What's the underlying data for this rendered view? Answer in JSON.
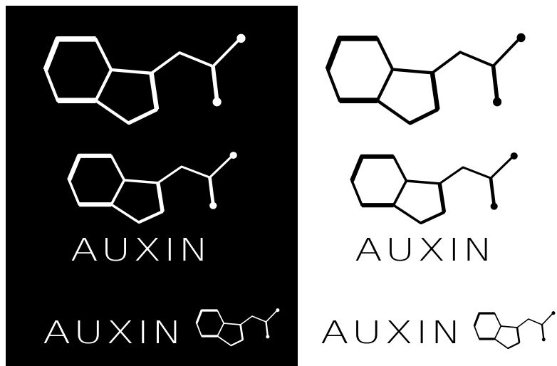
{
  "brand": {
    "wordmark": "AUXIN"
  },
  "colors": {
    "dark_panel_background": "#000000",
    "dark_panel_foreground": "#ffffff",
    "light_panel_background": "#ffffff",
    "light_panel_foreground": "#000000"
  },
  "icons": {
    "molecule": "auxin-molecule-icon"
  },
  "variants": [
    {
      "panel": "dark",
      "layout": "icon-only"
    },
    {
      "panel": "dark",
      "layout": "icon-above-wordmark"
    },
    {
      "panel": "dark",
      "layout": "wordmark-left-icon-right"
    },
    {
      "panel": "light",
      "layout": "icon-only"
    },
    {
      "panel": "light",
      "layout": "icon-above-wordmark"
    },
    {
      "panel": "light",
      "layout": "wordmark-left-icon-right"
    }
  ]
}
